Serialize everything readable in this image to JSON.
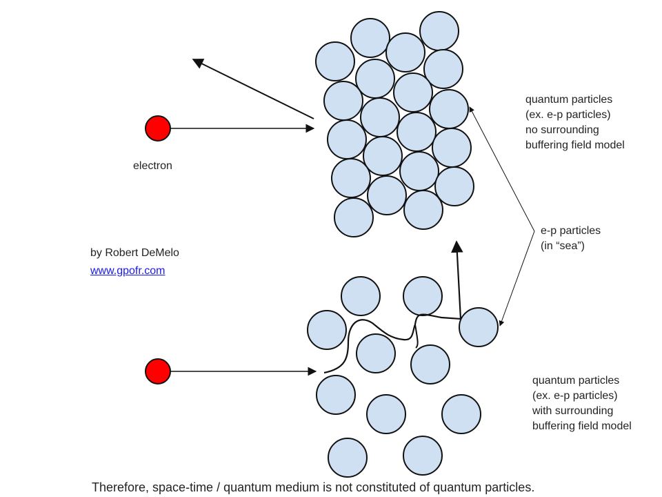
{
  "labels": {
    "electron": "electron",
    "author": "by Robert DeMelo",
    "website": "www.gpofr.com",
    "top_model": [
      "quantum particles",
      "(ex. e-p particles)",
      "no surrounding",
      "buffering field model"
    ],
    "sea": [
      "e-p particles",
      "(in “sea”)"
    ],
    "bottom_model": [
      "quantum particles",
      "(ex. e-p particles)",
      "with surrounding",
      "buffering field model"
    ],
    "caption": "Therefore, space-time /  quantum medium is not constituted of quantum particles."
  },
  "colors": {
    "particle_fill": "#cfe0f3",
    "particle_stroke": "#111111",
    "electron_fill": "#ff0000",
    "line": "#111111"
  }
}
